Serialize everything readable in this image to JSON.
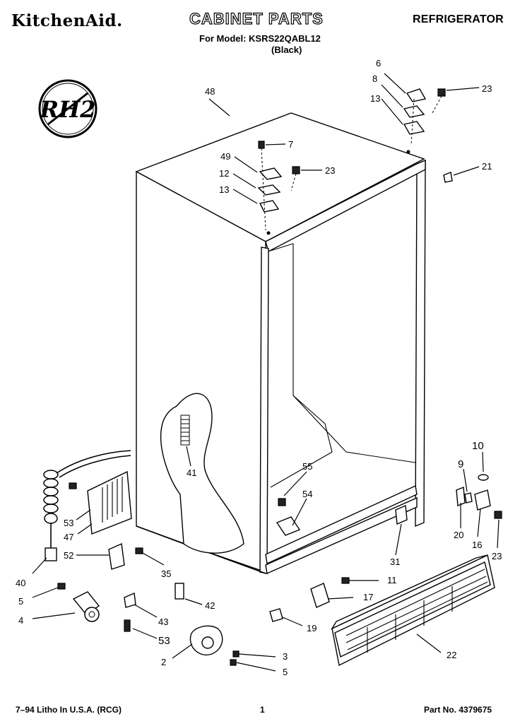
{
  "header": {
    "brand": "KitchenAid.",
    "title": "CABINET PARTS",
    "category": "REFRIGERATOR",
    "model_line": "For Model: KSRS22QABL12",
    "color_line": "(Black)"
  },
  "seal": {
    "text": "RH2"
  },
  "callouts": {
    "c48": "48",
    "c6": "6",
    "c8": "8",
    "c13a": "13",
    "c23a": "23",
    "c7": "7",
    "c49": "49",
    "c23b": "23",
    "c12": "12",
    "c13b": "13",
    "c21": "21",
    "c10": "10",
    "c9": "9",
    "c55": "55",
    "c54": "54",
    "c41": "41",
    "c53a": "53",
    "c47": "47",
    "c52": "52",
    "c35": "35",
    "c40": "40",
    "c5a": "5",
    "c4": "4",
    "c43": "43",
    "c53b": "53",
    "c42": "42",
    "c2": "2",
    "c3": "3",
    "c5b": "5",
    "c31": "31",
    "c20": "20",
    "c16": "16",
    "c23c": "23",
    "c11": "11",
    "c17": "17",
    "c19": "19",
    "c22": "22"
  },
  "footer": {
    "left": "7–94 Litho In U.S.A. (RCG)",
    "page": "1",
    "part_no": "Part No. 4379675"
  }
}
